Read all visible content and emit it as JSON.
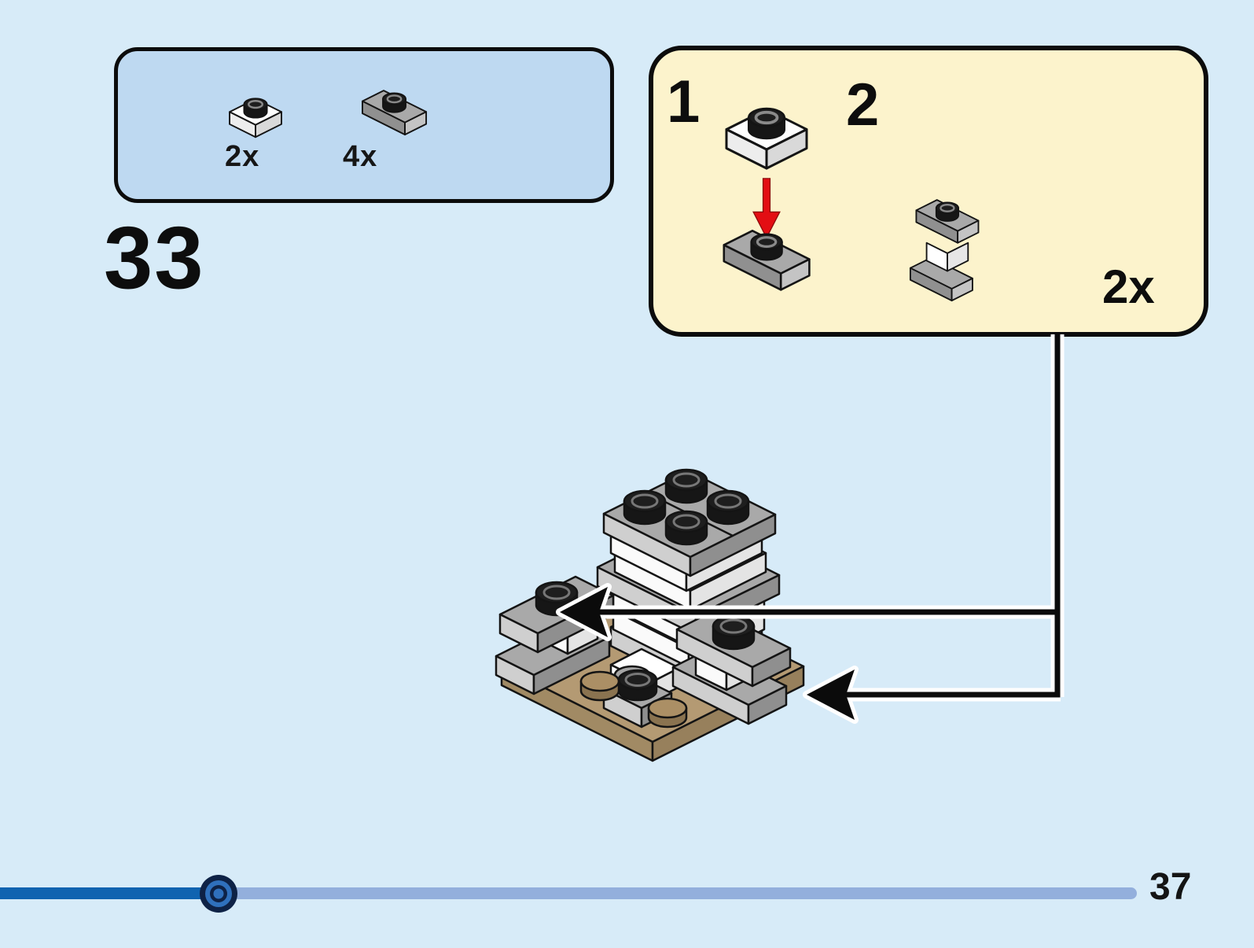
{
  "page": {
    "background_color": "#d7ebf8",
    "kind": "lego-building-instructions"
  },
  "step_panel": {
    "step_number": "33"
  },
  "parts_box": {
    "fill_color": "#bed9f1",
    "items": [
      {
        "count": "2x",
        "icon": "white-1x1-plate-icon"
      },
      {
        "count": "4x",
        "icon": "gray-1x2-jumper-plate-icon"
      }
    ]
  },
  "assembly_callout": {
    "fill_color": "#fcf3cc",
    "substeps": [
      {
        "label": "1",
        "icon": "white-plate-drop-onto-jumper-icon",
        "arrow_color": "#e30e13"
      },
      {
        "label": "2",
        "icon": "jumper-plate-sandwich-icon"
      }
    ],
    "count": "2x"
  },
  "model": {
    "icon": "isometric-lego-assembly",
    "base_color": "#b49a73",
    "plate_gray": "#a9a9a9",
    "plate_white": "#ffffff",
    "stud_black": "#1a1a1a",
    "connector_color": "#0b0b0b"
  },
  "footer": {
    "page_number": "37",
    "progress": {
      "completed_color": "#1063b0",
      "remaining_color": "#93afdc",
      "marker_outer_color": "#0e2246",
      "marker_inner_color": "#2f70bc"
    }
  }
}
